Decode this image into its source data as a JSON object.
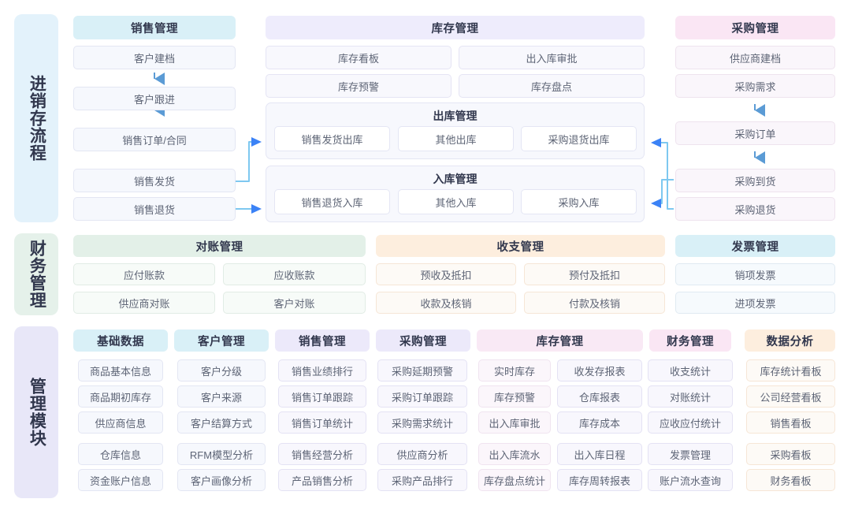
{
  "sections": {
    "flow": {
      "label": "进销存流程",
      "columns": {
        "sales": {
          "title": "销售管理",
          "items": [
            "客户建档",
            "客户跟进",
            "销售订单/合同",
            "销售发货",
            "销售退货"
          ]
        },
        "inventory": {
          "title": "库存管理",
          "items": [
            "库存看板",
            "出入库审批",
            "库存预警",
            "库存盘点"
          ],
          "outbound": {
            "title": "出库管理",
            "items": [
              "销售发货出库",
              "其他出库",
              "采购退货出库"
            ]
          },
          "inbound": {
            "title": "入库管理",
            "items": [
              "销售退货入库",
              "其他入库",
              "采购入库"
            ]
          }
        },
        "purchase": {
          "title": "采购管理",
          "items": [
            "供应商建档",
            "采购需求",
            "采购订单",
            "采购到货",
            "采购退货"
          ]
        }
      }
    },
    "finance": {
      "label": "财务管理",
      "columns": [
        {
          "title": "对账管理",
          "items": [
            "应付账款",
            "应收账款",
            "供应商对账",
            "客户对账"
          ]
        },
        {
          "title": "收支管理",
          "items": [
            "预收及抵扣",
            "预付及抵扣",
            "收款及核销",
            "付款及核销"
          ]
        },
        {
          "title": "发票管理",
          "items": [
            "销项发票",
            "进项发票"
          ]
        }
      ]
    },
    "modules": {
      "label": "管理模块",
      "columns": [
        {
          "title": "基础数据",
          "items": [
            "商品基本信息",
            "商品期初库存",
            "供应商信息",
            "仓库信息",
            "资金账户信息"
          ]
        },
        {
          "title": "客户管理",
          "items": [
            "客户分级",
            "客户来源",
            "客户结算方式",
            "RFM模型分析",
            "客户画像分析"
          ]
        },
        {
          "title": "销售管理",
          "items": [
            "销售业绩排行",
            "销售订单跟踪",
            "销售订单统计",
            "销售经营分析",
            "产品销售分析"
          ]
        },
        {
          "title": "采购管理",
          "items": [
            "采购延期预警",
            "采购订单跟踪",
            "采购需求统计",
            "供应商分析",
            "采购产品排行"
          ]
        },
        {
          "title": "库存管理",
          "items_left": [
            "实时库存",
            "库存预警",
            "出入库审批",
            "出入库流水",
            "库存盘点统计"
          ],
          "items_right": [
            "收发存报表",
            "仓库报表",
            "库存成本",
            "出入库日程",
            "库存周转报表"
          ]
        },
        {
          "title": "财务管理",
          "items": [
            "收支统计",
            "对账统计",
            "应收应付统计",
            "发票管理",
            "账户流水查询"
          ]
        },
        {
          "title": "数据分析",
          "items": [
            "库存统计看板",
            "公司经营看板",
            "销售看板",
            "采购看板",
            "财务看板"
          ]
        }
      ]
    }
  },
  "colors": {
    "arrow": "#3b82f6",
    "connector": "#7ec8f0",
    "text_dark": "#31374d",
    "text_body": "#5d6475"
  }
}
